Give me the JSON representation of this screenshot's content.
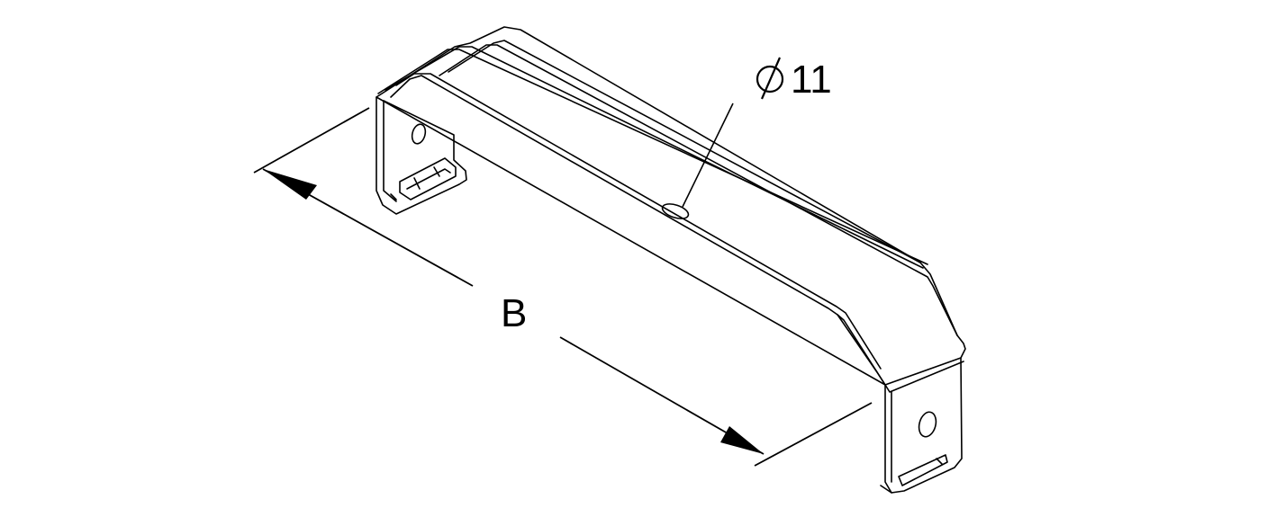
{
  "diagram": {
    "hole_diameter_label": "11",
    "width_label": "B",
    "diameter_symbol": "diameter-symbol"
  }
}
